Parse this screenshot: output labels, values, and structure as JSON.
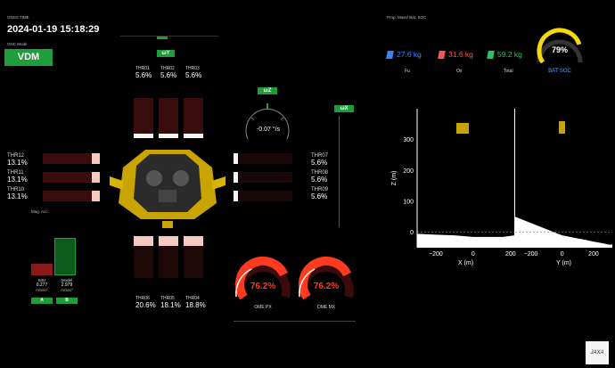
{
  "gnss": {
    "label": "GNSS TIME",
    "time": "2024-01-19 15:18:29"
  },
  "gnc": {
    "label": "GNC Mode",
    "mode": "VDM"
  },
  "omega_y": {
    "label": "ωY"
  },
  "omega_z": {
    "label": "ωZ",
    "value": "-0.07 °/s"
  },
  "omega_x": {
    "label": "ωX"
  },
  "thrusters_top": [
    {
      "name": "THR01",
      "value": "5.6%"
    },
    {
      "name": "THR02",
      "value": "5.6%"
    },
    {
      "name": "THR03",
      "value": "5.6%"
    }
  ],
  "thrusters_left": [
    {
      "name": "THR12",
      "value": "13.1%"
    },
    {
      "name": "THR11",
      "value": "13.1%"
    },
    {
      "name": "THR10",
      "value": "13.1%"
    }
  ],
  "thrusters_right": [
    {
      "name": "THR07",
      "value": "5.6%"
    },
    {
      "name": "THR08",
      "value": "5.6%"
    },
    {
      "name": "THR09",
      "value": "5.6%"
    }
  ],
  "thrusters_bottom": [
    {
      "name": "THR06",
      "value": "20.6%"
    },
    {
      "name": "THR05",
      "value": "18.1%"
    },
    {
      "name": "THR04",
      "value": "18.8%"
    }
  ],
  "mag_acc": {
    "label": "Mag. Acc.",
    "imu": {
      "name": "IMU",
      "value": "0.277",
      "unit": "m/sec²",
      "tag": "A",
      "fraction": 0.2,
      "color": "#8a1a1a"
    },
    "model": {
      "name": "Model",
      "value": "2.979",
      "unit": "m/sec²",
      "tag": "B",
      "fraction": 0.65,
      "color": "#0c5a1c"
    }
  },
  "ome": [
    {
      "label": "OME PX",
      "value": "76.2%",
      "fraction": 0.762
    },
    {
      "label": "OME MX",
      "value": "76.2%",
      "fraction": 0.762
    }
  ],
  "propellant": {
    "label": "Prop. Mass/ Bat. SOC",
    "items": [
      {
        "name": "Fu",
        "value": "27.6 kg",
        "color": "#3b82f6"
      },
      {
        "name": "Ox",
        "value": "31.6 kg",
        "color": "#ef5a5a"
      },
      {
        "name": "Total",
        "value": "59.2 kg",
        "color": "#22c55e"
      }
    ]
  },
  "battery": {
    "label": "BAT SOC",
    "value": "79%",
    "fraction": 0.79,
    "color": "#f5d90a",
    "label_color": "#5aa0ff"
  },
  "chart_data": [
    {
      "type": "area",
      "xlabel": "X (m)",
      "ylabel": "Z (m)",
      "xlim": [
        -300,
        220
      ],
      "ylim": [
        -50,
        400
      ],
      "xticks": [
        -200,
        0,
        200
      ],
      "yticks": [
        0,
        100,
        200,
        300
      ],
      "dashed_ref_y": 0,
      "x": [
        -300,
        -200,
        -100,
        0,
        100,
        160,
        200,
        220
      ],
      "y": [
        -5,
        -8,
        -10,
        -15,
        -15,
        -15,
        -12,
        -10
      ]
    },
    {
      "type": "area",
      "xlabel": "Y (m)",
      "ylabel": "",
      "xlim": [
        -300,
        320
      ],
      "ylim": [
        -50,
        400
      ],
      "xticks": [
        -200,
        0,
        200
      ],
      "dashed_ref_y": 0,
      "x": [
        -300,
        -250,
        -200,
        -150,
        -100,
        -50,
        0,
        50,
        100,
        150,
        200,
        250,
        300,
        320
      ],
      "y": [
        50,
        40,
        30,
        20,
        10,
        0,
        -10,
        -15,
        -20,
        -25,
        -30,
        -35,
        -40,
        -40
      ]
    }
  ],
  "logo": {
    "text": "JAXA"
  }
}
